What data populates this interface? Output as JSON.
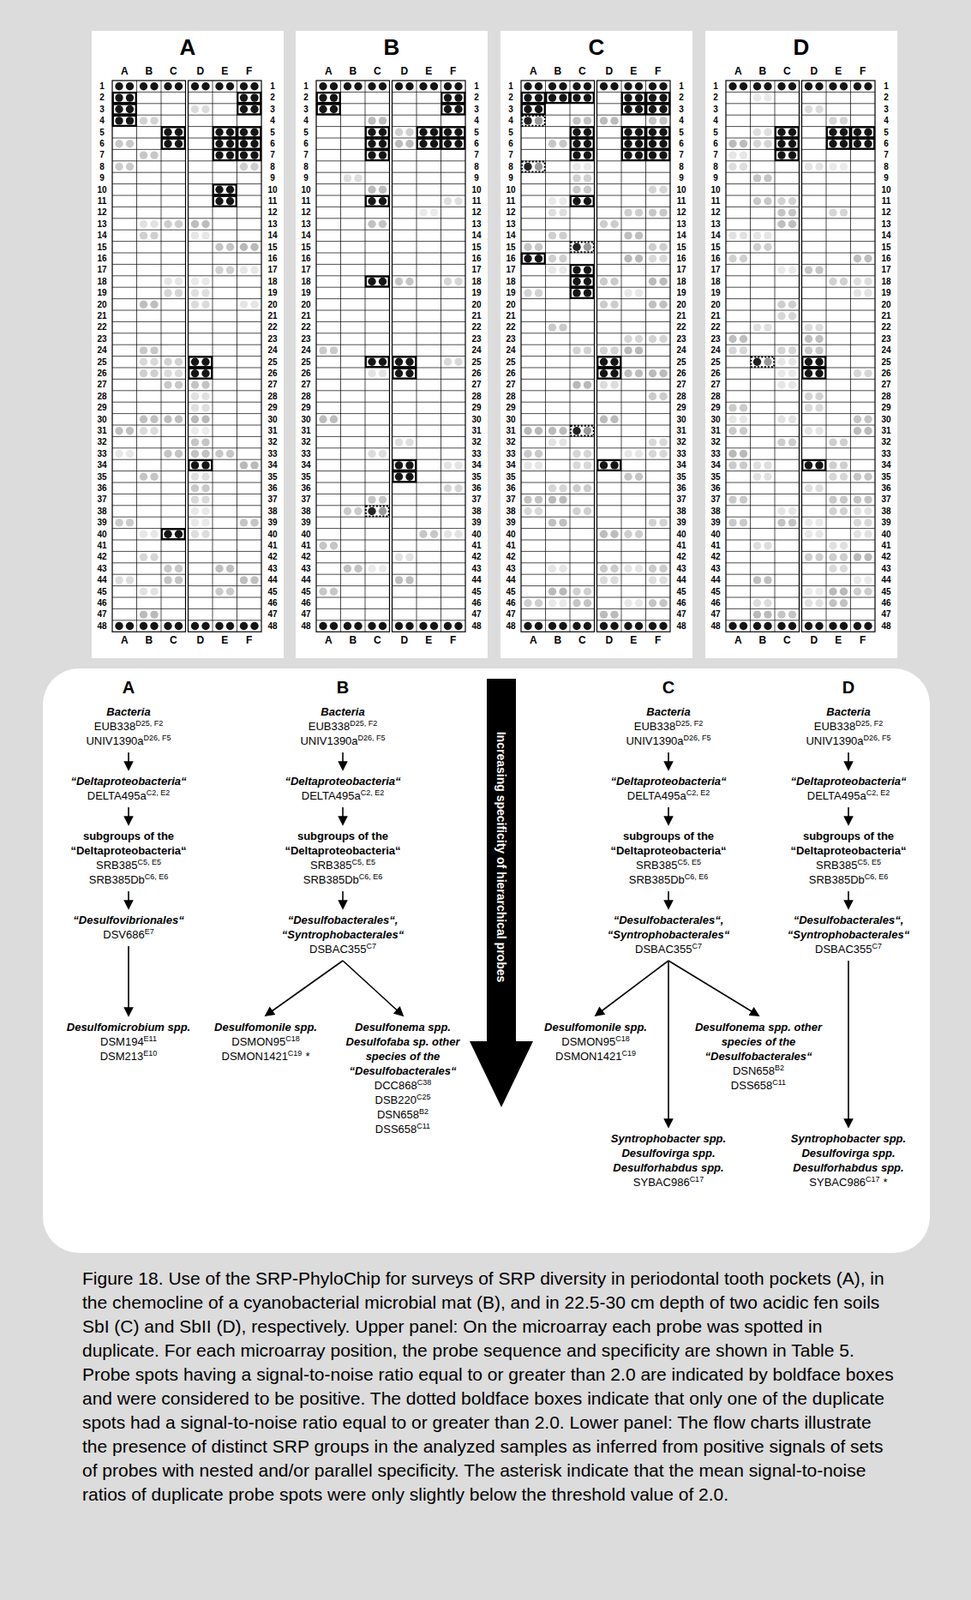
{
  "diagram": {
    "caption": "Figure 18. Use of the SRP-PhyloChip for surveys of SRP diversity in periodontal tooth pockets (A), in the chemocline of a cyanobacterial microbial mat (B), and in 22.5-30 cm depth of two acidic fen soils SbI (C) and SbII (D), respectively. Upper panel: On the microarray each probe was spotted in duplicate. For each microarray position, the probe sequence and specificity are shown in Table 5. Probe spots having a signal-to-noise ratio equal to or greater than 2.0 are indicated by boldface boxes and were considered to be positive. The dotted boldface boxes indicate that only one of the duplicate spots had a signal-to-noise ratio equal to or greater than 2.0. Lower panel: The flow charts illustrate the presence of distinct SRP groups in the analyzed samples as inferred from positive signals of sets of probes with nested and/or parallel specificity. The asterisk indicate that the mean signal-to-noise ratios of duplicate probe spots were only slightly below the threshold value of 2.0.",
    "nodes": [
      {
        "text": [
          "Bacteria",
          "EUB338",
          "D25, F2",
          "UNIV1390a",
          "D26, F5"
        ]
      },
      {
        "text": [
          "“Deltaproteobacteria“",
          "DELTA495a",
          "C2, E2"
        ]
      },
      {
        "text": [
          "subgroups of the “Deltaproteobacteria“",
          "SRB385",
          "C5, E5",
          "SRB385Db",
          "C6, E6"
        ]
      },
      {
        "text": [
          "“Desulfovibrionales“",
          "DSV686",
          "E7"
        ]
      },
      {
        "text": [
          "Desulfomicrobium spp.",
          "DSM194",
          "E11",
          "DSM213",
          "E10"
        ]
      },
      {
        "text": [
          "Bacteria",
          "EUB338",
          "D25, F2",
          "UNIV1390a",
          "D26, F5"
        ]
      },
      {
        "text": [
          "“Deltaproteobacteria“",
          "DELTA495a",
          "C2, E2"
        ]
      },
      {
        "text": [
          "subgroups of the “Deltaproteobacteria“",
          "SRB385",
          "C5, E5",
          "SRB385Db",
          "C6, E6"
        ]
      },
      {
        "text": [
          "“Desulfobacterales“, “Syntrophobacterales“",
          "DSBAC355",
          "C7"
        ]
      },
      {
        "text": [
          "Desulfomonile spp.",
          "DSMON95",
          "C18",
          "DSMON1421",
          "C19",
          "*"
        ]
      },
      {
        "text": [
          "Desulfonema spp. Desulfofaba sp. other species of the “Desulfobacterales“",
          "DCC868",
          "C38",
          "DSB220",
          "C25",
          "DSN658",
          "B2",
          "DSS658",
          "C11"
        ]
      },
      {
        "text": [
          "Bacteria",
          "EUB338",
          "D25, F2",
          "UNIV1390a",
          "D26, F5"
        ]
      },
      {
        "text": [
          "“Deltaproteobacteria“",
          "DELTA495a",
          "C2, E2"
        ]
      },
      {
        "text": [
          "subgroups of the “Deltaproteobacteria“",
          "SRB385",
          "C5, E5",
          "SRB385Db",
          "C6, E6"
        ]
      },
      {
        "text": [
          "“Desulfobacterales“, “Syntrophobacterales“",
          "DSBAC355",
          "C7"
        ]
      },
      {
        "text": [
          "Desulfomonile spp.",
          "DSMON95",
          "C18",
          "DSMON1421",
          "C19"
        ]
      },
      {
        "text": [
          "Desulfonema spp. other species of the “Desulfobacterales“",
          "DSN658",
          "B2",
          "DSS658",
          "C11"
        ]
      },
      {
        "text": [
          "Syntrophobacter spp. Desulfovirga spp. Desulforhabdus spp.",
          "SYBAC986",
          "C17"
        ]
      },
      {
        "text": [
          "Bacteria",
          "EUB338",
          "D25, F2",
          "UNIV1390a",
          "D26, F5"
        ]
      },
      {
        "text": [
          "“Deltaproteobacteria“",
          "DELTA495a",
          "C2, E2"
        ]
      },
      {
        "text": [
          "subgroups of the “Deltaproteobacteria“",
          "SRB385",
          "C5, E5",
          "SRB385Db",
          "C6, E6"
        ]
      },
      {
        "text": [
          "“Desulfobacterales“, “Syntrophobacterales“",
          "DSBAC355",
          "C7"
        ]
      },
      {
        "text": [
          "Syntrophobacter spp. Desulfovirga spp. Desulforhabdus spp.",
          "SYBAC986",
          "C17",
          "*"
        ]
      }
    ],
    "edges": [
      {
        "from": 0,
        "to": 1,
        "arrow": "to"
      },
      {
        "from": 1,
        "to": 2,
        "arrow": "to"
      },
      {
        "from": 2,
        "to": 3,
        "arrow": "to"
      },
      {
        "from": 3,
        "to": 4,
        "arrow": "to"
      },
      {
        "from": 5,
        "to": 6,
        "arrow": "to"
      },
      {
        "from": 6,
        "to": 7,
        "arrow": "to"
      },
      {
        "from": 7,
        "to": 8,
        "arrow": "to"
      },
      {
        "from": 8,
        "to": 9,
        "arrow": "to"
      },
      {
        "from": 8,
        "to": 10,
        "arrow": "to"
      },
      {
        "from": 11,
        "to": 12,
        "arrow": "to"
      },
      {
        "from": 12,
        "to": 13,
        "arrow": "to"
      },
      {
        "from": 13,
        "to": 14,
        "arrow": "to"
      },
      {
        "from": 14,
        "to": 15,
        "arrow": "to"
      },
      {
        "from": 14,
        "to": 16,
        "arrow": "to"
      },
      {
        "from": 14,
        "to": 17,
        "arrow": "to"
      },
      {
        "from": 18,
        "to": 19,
        "arrow": "to"
      },
      {
        "from": 19,
        "to": 20,
        "arrow": "to"
      },
      {
        "from": 20,
        "to": 21,
        "arrow": "to"
      },
      {
        "from": 21,
        "to": 22,
        "arrow": "to"
      }
    ],
    "labels": [
      "A",
      "A",
      "B",
      "C",
      "D",
      "E",
      "F",
      "1",
      "1",
      "2",
      "2",
      "3",
      "3",
      "4",
      "4",
      "5",
      "5",
      "6",
      "6",
      "7",
      "7",
      "8",
      "8",
      "9",
      "9",
      "10",
      "10",
      "11",
      "11",
      "12",
      "12",
      "13",
      "13",
      "14",
      "14",
      "15",
      "15",
      "16",
      "16",
      "17",
      "17",
      "18",
      "18",
      "19",
      "19",
      "20",
      "20",
      "21",
      "21",
      "22",
      "22",
      "23",
      "23",
      "24",
      "24",
      "25",
      "25",
      "26",
      "26",
      "27",
      "27",
      "28",
      "28",
      "29",
      "29",
      "30",
      "30",
      "31",
      "31",
      "32",
      "32",
      "33",
      "33",
      "34",
      "34",
      "35",
      "35",
      "36",
      "36",
      "37",
      "37",
      "38",
      "38",
      "39",
      "39",
      "40",
      "40",
      "41",
      "41",
      "42",
      "42",
      "43",
      "43",
      "44",
      "44",
      "45",
      "45",
      "46",
      "46",
      "47",
      "47",
      "48",
      "48",
      "A",
      "B",
      "C",
      "D",
      "E",
      "F",
      "B",
      "A",
      "B",
      "C",
      "D",
      "E",
      "F",
      "1",
      "1",
      "2",
      "2",
      "3",
      "3",
      "4",
      "4",
      "5",
      "5",
      "6",
      "6",
      "7",
      "7",
      "8",
      "8",
      "9",
      "9",
      "10",
      "10",
      "11",
      "11",
      "12",
      "12",
      "13",
      "13",
      "14",
      "14",
      "15",
      "15",
      "16",
      "16",
      "17",
      "17",
      "18",
      "18",
      "19",
      "19",
      "20",
      "20",
      "21",
      "21",
      "22",
      "22",
      "23",
      "23",
      "24",
      "24",
      "25",
      "25",
      "26",
      "26",
      "27",
      "27",
      "28",
      "28",
      "29",
      "29",
      "30",
      "30",
      "31",
      "31",
      "32",
      "32",
      "33",
      "33",
      "34",
      "34",
      "35",
      "35",
      "36",
      "36",
      "37",
      "37",
      "38",
      "38",
      "39",
      "39",
      "40",
      "40",
      "41",
      "41",
      "42",
      "42",
      "43",
      "43",
      "44",
      "44",
      "45",
      "45",
      "46",
      "46",
      "47",
      "47",
      "48",
      "48",
      "A",
      "B",
      "C",
      "D",
      "E",
      "F",
      "C",
      "A",
      "B",
      "C",
      "D",
      "E",
      "F",
      "1",
      "1",
      "2",
      "2",
      "3",
      "3",
      "4",
      "4",
      "5",
      "5",
      "6",
      "6",
      "7",
      "7",
      "8",
      "8",
      "9",
      "9",
      "10",
      "10",
      "11",
      "11",
      "12",
      "12",
      "13",
      "13",
      "14",
      "14",
      "15",
      "15",
      "16",
      "16",
      "17",
      "17",
      "18",
      "18",
      "19",
      "19",
      "20",
      "20",
      "21",
      "21",
      "22",
      "22",
      "23",
      "23",
      "24",
      "24",
      "25",
      "25",
      "26",
      "26",
      "27",
      "27",
      "28",
      "28",
      "29",
      "29",
      "30",
      "30",
      "31",
      "31",
      "32",
      "32",
      "33",
      "33",
      "34",
      "34",
      "35",
      "35",
      "36",
      "36",
      "37",
      "37",
      "38",
      "38",
      "39",
      "39",
      "40",
      "40",
      "41",
      "41",
      "42",
      "42",
      "43",
      "43",
      "44",
      "44",
      "45",
      "45",
      "46",
      "46",
      "47",
      "47",
      "48",
      "48",
      "A",
      "B",
      "C",
      "D",
      "E",
      "F",
      "D",
      "A",
      "B",
      "C",
      "D",
      "E",
      "F",
      "1",
      "1",
      "2",
      "2",
      "3",
      "3",
      "4",
      "4",
      "5",
      "5",
      "6",
      "6",
      "7",
      "7",
      "8",
      "8",
      "9",
      "9",
      "10",
      "10",
      "11",
      "11",
      "12",
      "12",
      "13",
      "13",
      "14",
      "14",
      "15",
      "15",
      "16",
      "16",
      "17",
      "17",
      "18",
      "18",
      "19",
      "19",
      "20",
      "20",
      "21",
      "21",
      "22",
      "22",
      "23",
      "23",
      "24",
      "24",
      "25",
      "25",
      "26",
      "26",
      "27",
      "27",
      "28",
      "28",
      "29",
      "29",
      "30",
      "30",
      "31",
      "31",
      "32",
      "32",
      "33",
      "33",
      "34",
      "34",
      "35",
      "35",
      "36",
      "36",
      "37",
      "37",
      "38",
      "38",
      "39",
      "39",
      "40",
      "40",
      "41",
      "41",
      "42",
      "42",
      "43",
      "43",
      "44",
      "44",
      "45",
      "45",
      "46",
      "46",
      "47",
      "47",
      "48",
      "48",
      "A",
      "B",
      "C",
      "D",
      "E",
      "F",
      "A",
      "B",
      "C",
      "D",
      "Increasing specificity of hierarchical probes"
    ]
  }
}
